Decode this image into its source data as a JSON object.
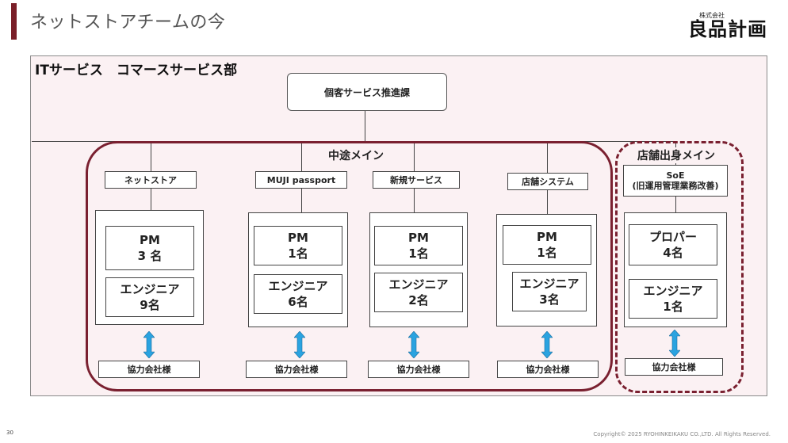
{
  "header": {
    "title": "ネットストアチームの今"
  },
  "logo": {
    "small": "株式会社",
    "main": "良品計画"
  },
  "department": {
    "title": "ITサービス　コマースサービス部",
    "root": "個客サービス推進課"
  },
  "groups": {
    "mid_career": "中途メイン",
    "store_origin": "店舗出身メイン"
  },
  "teams": [
    {
      "name": "ネットストア",
      "role1": {
        "line1": "PM",
        "line2": "3 名"
      },
      "role2": {
        "line1": "エンジニア",
        "line2": "9名"
      },
      "partner": "協力会社様"
    },
    {
      "name": "MUJI passport",
      "role1": {
        "line1": "PM",
        "line2": "1名"
      },
      "role2": {
        "line1": "エンジニア",
        "line2": "6名"
      },
      "partner": "協力会社様"
    },
    {
      "name": "新規サービス",
      "role1": {
        "line1": "PM",
        "line2": "1名"
      },
      "role2": {
        "line1": "エンジニア",
        "line2": "2名"
      },
      "partner": "協力会社様"
    },
    {
      "name": "店舗システム",
      "role1": {
        "line1": "PM",
        "line2": "1名"
      },
      "role2": {
        "line1": "エンジニア",
        "line2": "3名"
      },
      "partner": "協力会社様"
    },
    {
      "name_line1": "SoE",
      "name_line2": "(旧運用管理業務改善)",
      "role1": {
        "line1": "プロパー",
        "line2": "4名"
      },
      "role2": {
        "line1": "エンジニア",
        "line2": "1名"
      },
      "partner": "協力会社様"
    }
  ],
  "colors": {
    "accent": "#7a1f28",
    "panel_bg": "#fbf1f3",
    "arrow": "#2aa3e0"
  },
  "icons": {
    "arrow": "double-headed-vertical-arrow"
  },
  "footer": {
    "page_number": "30",
    "copyright": "Copyright© 2025 RYOHINKEIKAKU CO.,LTD. All Rights Reserved."
  }
}
